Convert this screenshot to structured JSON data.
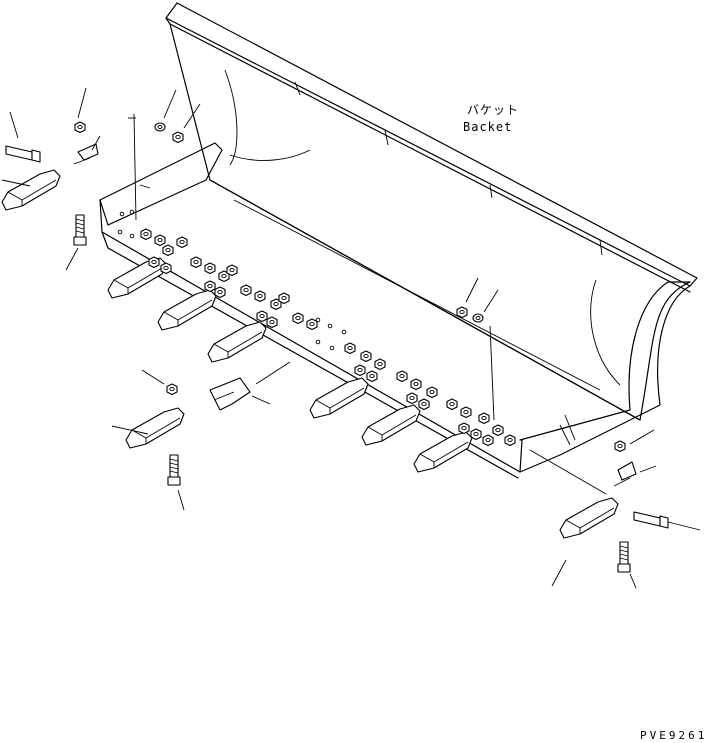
{
  "labels": {
    "bucket_jp": "バケット",
    "bucket_en": "Backet",
    "drawing_code": "PVE9261"
  }
}
